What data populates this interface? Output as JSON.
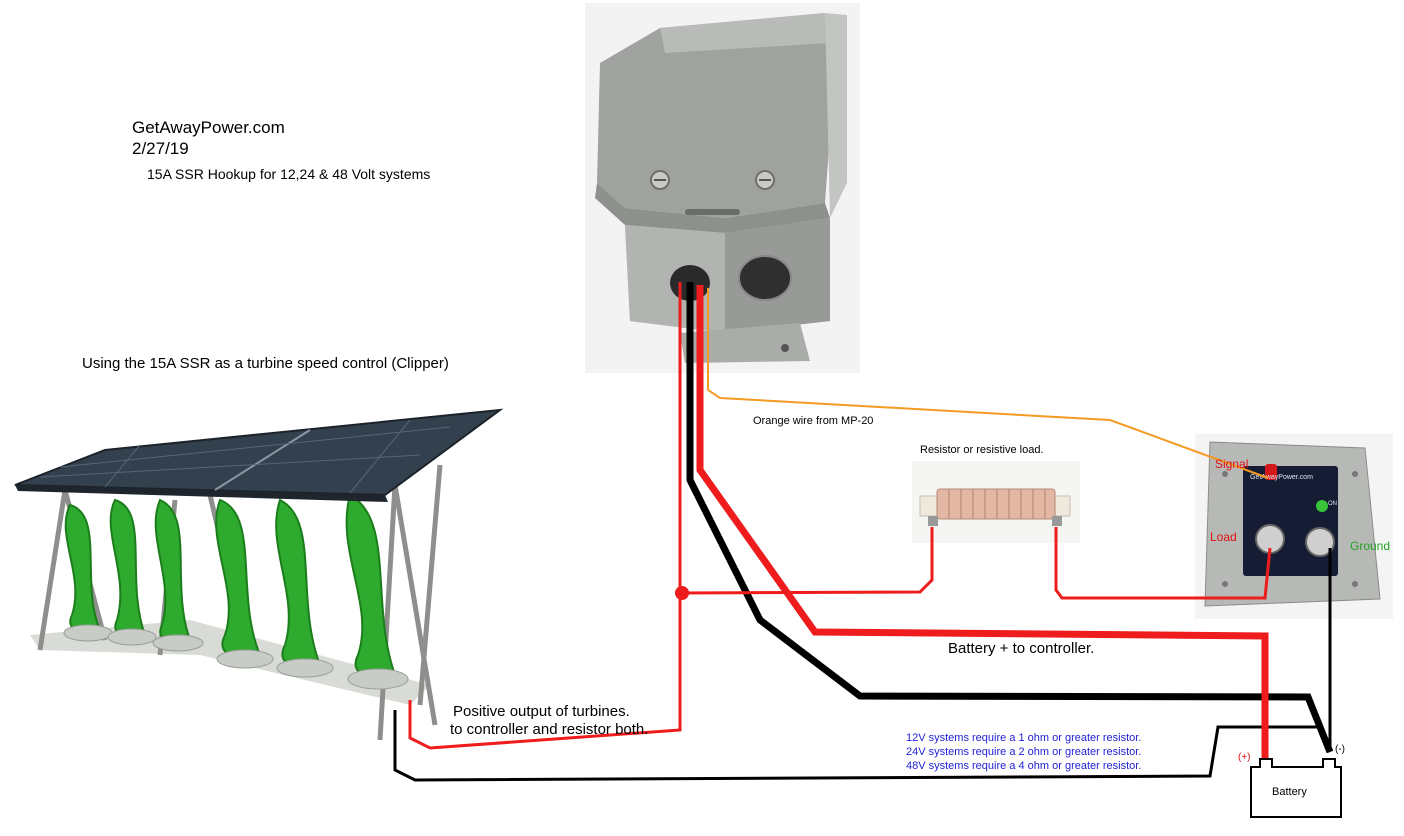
{
  "header": {
    "site": "GetAwayPower.com",
    "date": "2/27/19",
    "subtitle": "15A SSR Hookup for 12,24 & 48 Volt systems"
  },
  "usage_caption": "Using the 15A SSR as a turbine speed control (Clipper)",
  "orange_wire_label": "Orange wire from MP-20",
  "resistor_label": "Resistor or resistive load.",
  "ssr_labels": {
    "signal": "Signal",
    "load": "Load",
    "ground": "Ground",
    "board_text": "GetAwayPower.com",
    "led_text": "ON"
  },
  "battery_feed_label": "Battery + to controller.",
  "turbine_output_label": {
    "line1": "Positive output of turbines.",
    "line2": " to controller and resistor both."
  },
  "resistor_notes": [
    "12V systems require a 1 ohm or greater resistor.",
    "24V systems require a 2 ohm or greater resistor.",
    "48V systems require a 4 ohm or greater resistor."
  ],
  "battery": {
    "label": "Battery",
    "positive": "(+)",
    "negative": "(-)"
  },
  "colors": {
    "positive_wire": "#ee1c1c",
    "negative_wire": "#000000",
    "signal_wire": "#f59a23",
    "note_text": "#1f1fd6",
    "signal_text": "#e01010",
    "ground_text": "#22a022"
  }
}
